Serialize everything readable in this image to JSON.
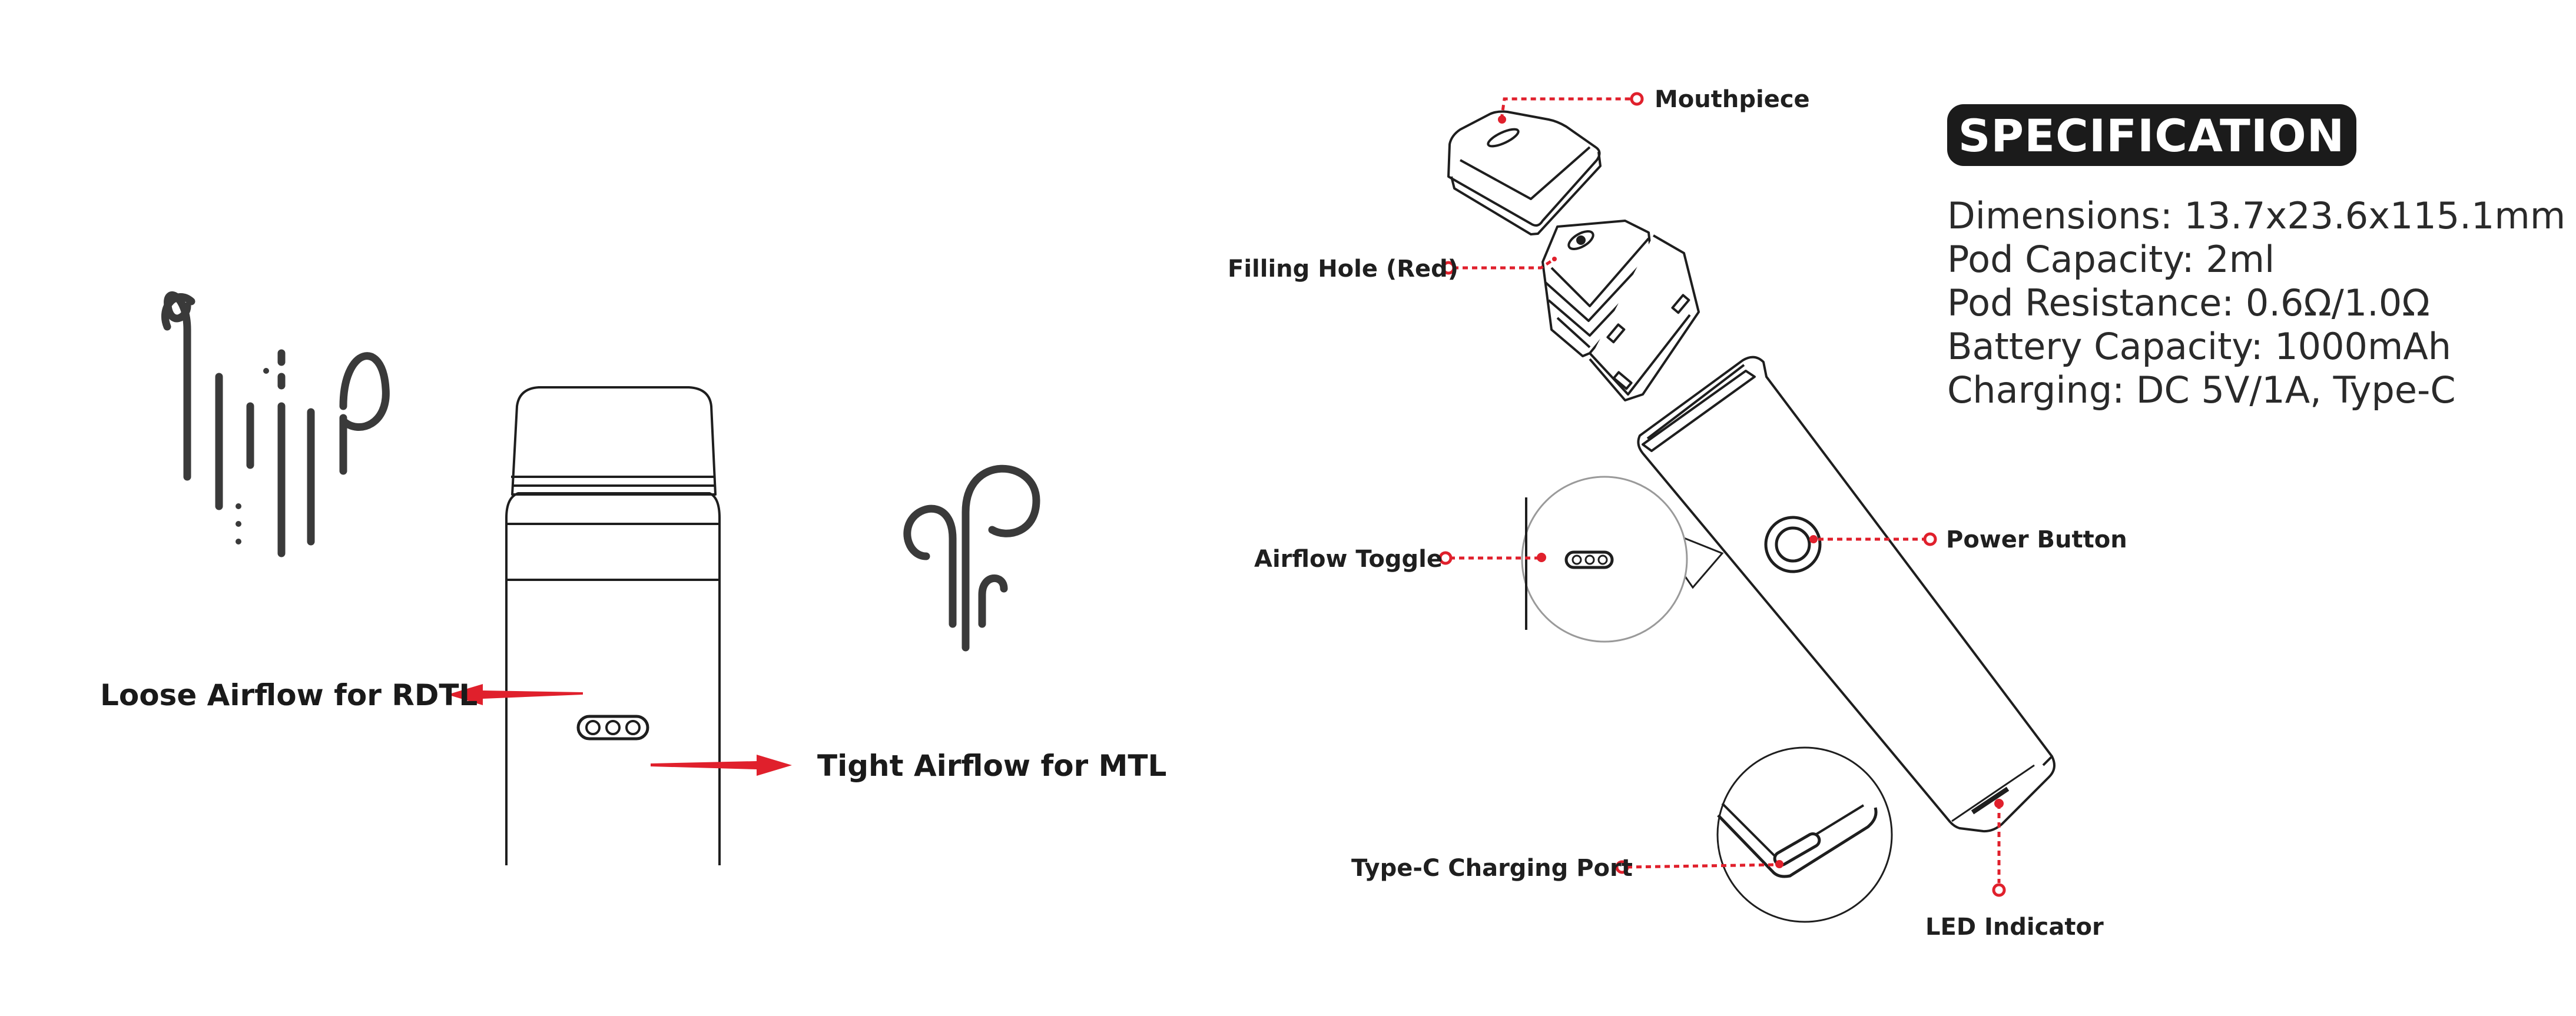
{
  "colors": {
    "accent": "#e0202c",
    "line": "#1e1e1e",
    "spec_badge": "#1b1b1b",
    "text": "#1f1f1f"
  },
  "airflow": {
    "loose_label": "Loose Airflow for RDTL",
    "tight_label": "Tight Airflow for MTL",
    "loose_icon": "loose-airflow-icon",
    "tight_icon": "tight-airflow-icon"
  },
  "callouts": {
    "mouthpiece": "Mouthpiece",
    "filling_hole": "Filling Hole (Red)",
    "airflow_toggle": "Airflow Toggle",
    "power_button": "Power Button",
    "charging_port": "Type-C Charging Port",
    "led_indicator": "LED Indicator"
  },
  "specification": {
    "title": "SPECIFICATION",
    "lines": [
      "Dimensions: 13.7x23.6x115.1mm",
      "Pod Capacity: 2ml",
      "Pod Resistance: 0.6Ω/1.0Ω",
      "Battery Capacity: 1000mAh",
      "Charging: DC 5V/1A, Type-C"
    ]
  }
}
